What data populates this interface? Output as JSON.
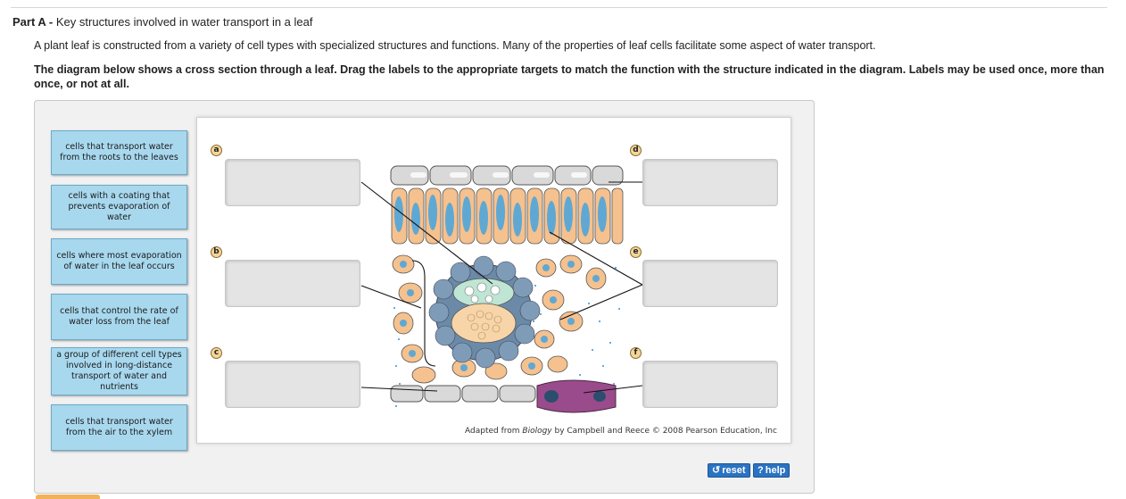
{
  "header": {
    "part_label": "Part A -",
    "part_title": "Key structures involved in water transport in a leaf"
  },
  "intro_text": "A plant leaf is constructed from a variety of cell types with specialized structures and functions. Many of the properties of leaf cells facilitate some aspect of water transport.",
  "instructions": "The diagram below shows a cross section through a leaf. Drag the labels to the appropriate targets to match the function with the structure indicated in the diagram. Labels may be used once, more than once, or not at all.",
  "labels": [
    "cells that transport water from the roots to the leaves",
    "cells with a coating that prevents evaporation of water",
    "cells where most evaporation of water in the leaf occurs",
    "cells that control the rate of water loss from the leaf",
    "a group of different cell types involved in long-distance transport of water and nutrients",
    "cells that transport water from the air to the xylem"
  ],
  "targets": {
    "a": "a",
    "b": "b",
    "c": "c",
    "d": "d",
    "e": "e",
    "f": "f"
  },
  "credit": {
    "prefix": "Adapted from ",
    "book": "Biology",
    "suffix": " by Campbell and Reece © 2008 Pearson Education, Inc"
  },
  "controls": {
    "reset_label": "reset",
    "reset_icon": "refresh-icon",
    "help_label": "help",
    "help_icon": "question-icon"
  },
  "colors": {
    "label_fill": "#a8d8ee",
    "reset_button": "#2a73c2",
    "epidermis": "#d8d8d8",
    "cell_fill": "#f5c18e",
    "chloroplast": "#5fa8d3",
    "bundle_sheath": "#6b8aa8",
    "guard_cell": "#9a4b8c"
  }
}
